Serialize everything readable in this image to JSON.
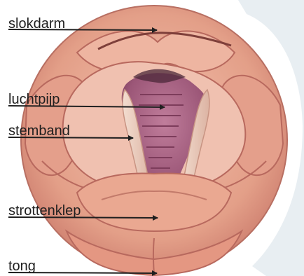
{
  "diagram": {
    "labels": [
      {
        "id": "slokdarm",
        "text": "slokdarm"
      },
      {
        "id": "luchtpijp",
        "text": "luchtpijp"
      },
      {
        "id": "stemband",
        "text": "stemband"
      },
      {
        "id": "strottenklep",
        "text": "strottenklep"
      },
      {
        "id": "tong",
        "text": "tong"
      }
    ],
    "colors": {
      "outer_tissue": "#e8a68e",
      "tissue_shadow": "#c9786a",
      "tissue_highlight": "#f6d0c2",
      "trachea": "#a4607f",
      "trachea_dark": "#6e3450",
      "vocal_cord": "#f1d8c8",
      "background_frame": "#bcc9d5",
      "label_line": "#1f1f1f"
    }
  }
}
